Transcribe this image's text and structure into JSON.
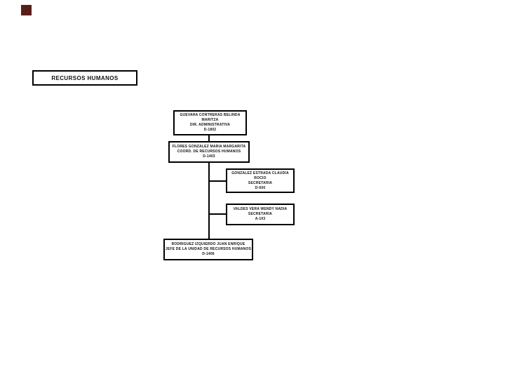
{
  "page": {
    "background_color": "#ffffff",
    "accent_square_color": "#5a1e1a",
    "line_color": "#000000"
  },
  "title_box": {
    "label": "RECURSOS HUMANOS"
  },
  "org_chart": {
    "type": "organizational-chart",
    "nodes": [
      {
        "id": "director",
        "lines": [
          "GUEVARA CONTRERAS BELINDA",
          "MARITZA",
          "DIR. ADMINISTRATIVA",
          "D-1802"
        ]
      },
      {
        "id": "coordinator",
        "lines": [
          "FLORES GONZALEZ MARIA MARGARITA",
          "COORD. DE RECURSOS HUMANOS",
          "D-1403"
        ]
      },
      {
        "id": "secretary-1",
        "lines": [
          "GONZALEZ ESTRADA CLAUDIA",
          "ROCIO",
          "SECRETARIA",
          "D-600"
        ]
      },
      {
        "id": "secretary-2",
        "lines": [
          "VALDES VERA WENDY NADIA",
          "SECRETARIA",
          "A-103"
        ]
      },
      {
        "id": "unit-chief",
        "lines": [
          "RODRIGUEZ IZQUIERDO JUAN ENRIQUE",
          "JEFE DE LA UNIDAD DE RECURSOS HUMANOS",
          "D-1406"
        ]
      }
    ],
    "edges": [
      "director->coordinator",
      "coordinator->secretary-1",
      "coordinator->secretary-2",
      "coordinator->unit-chief"
    ]
  }
}
